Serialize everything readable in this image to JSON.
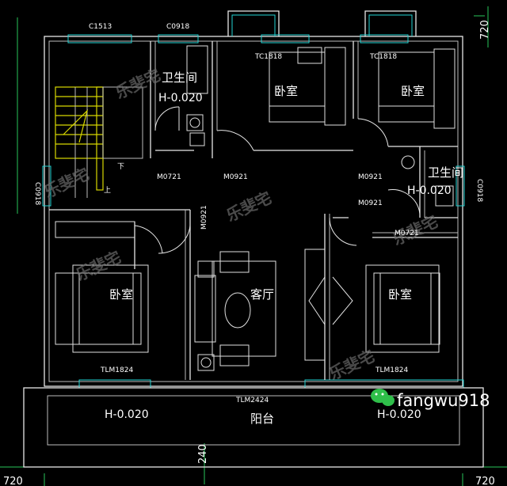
{
  "watermark": {
    "text": "乐斐宅"
  },
  "labels": {
    "window_c1513": "C1513",
    "window_c0918": "C0918",
    "window_tc1818": "TC1818",
    "door_m0721": "M0721",
    "door_m0921": "M0921",
    "door_tlm1824": "TLM1824",
    "door_tlm2424": "TLM2424",
    "stair_down": "下",
    "stair_up": "上"
  },
  "rooms": {
    "bathroom": "卫生间",
    "bedroom": "卧室",
    "living": "客厅",
    "balcony": "阳台"
  },
  "levels": {
    "bath": "H-0.020",
    "balcony": "H-0.020"
  },
  "dims": {
    "d720": "720",
    "d240": "240"
  },
  "wechat": {
    "id": "fangwu918"
  }
}
